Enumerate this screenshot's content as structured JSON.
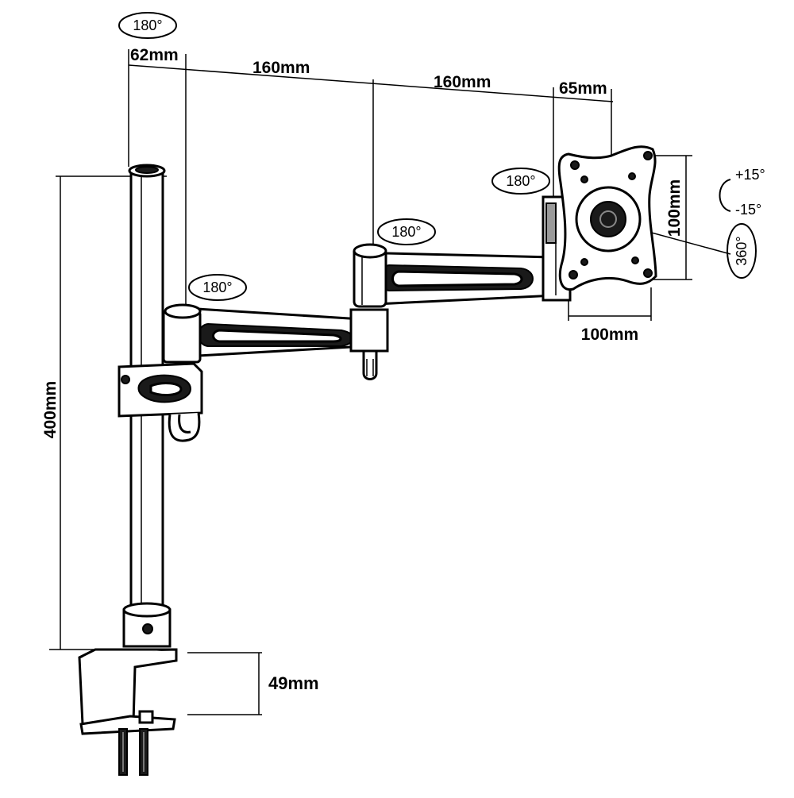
{
  "dimensions": {
    "top_62": "62mm",
    "top_160_a": "160mm",
    "top_160_b": "160mm",
    "top_65": "65mm",
    "pole_height": "400mm",
    "clamp_height": "49mm",
    "vesa_height": "100mm",
    "vesa_width": "100mm"
  },
  "rotations": {
    "pole_top": "180°",
    "joint_1": "180°",
    "joint_2": "180°",
    "head": "180°",
    "plate_rotation": "360°",
    "tilt_up": "+15°",
    "tilt_down": "-15°"
  }
}
